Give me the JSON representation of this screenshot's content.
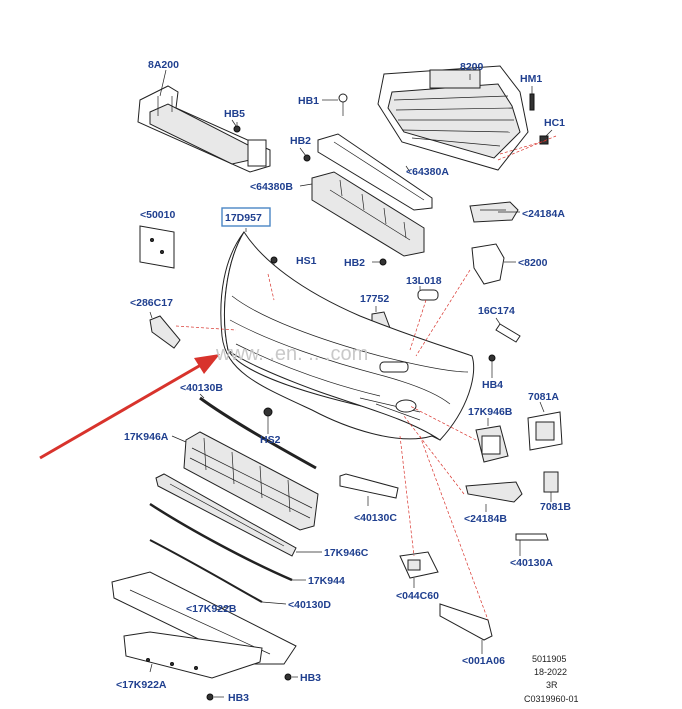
{
  "callouts": {
    "c8A200": "8A200",
    "c8200": "8200",
    "cHM1": "HM1",
    "cHB5": "HB5",
    "cHB1": "HB1",
    "cHC1": "HC1",
    "cHB2a": "HB2",
    "c64380A": "<64380A",
    "c64380B": "<64380B",
    "c50010": "<50010",
    "c17D957": "17D957",
    "c24184A": "<24184A",
    "cHS1": "HS1",
    "cHB2b": "HB2",
    "c8200b": "<8200",
    "c13L018": "13L018",
    "c17752": "17752",
    "c286C17": "<286C17",
    "c16C174": "16C174",
    "cHB4": "HB4",
    "c40130B": "<40130B",
    "c7081A": "7081A",
    "c17K946B": "17K946B",
    "c17K946A": "17K946A",
    "cHS2": "HS2",
    "c7081B": "7081B",
    "c40130C": "<40130C",
    "c24184B": "<24184B",
    "c17K946C": "17K946C",
    "c40130A": "<40130A",
    "c17K944": "17K944",
    "c044C60": "<044C60",
    "c40130D": "<40130D",
    "c17K922B": "<17K922B",
    "c001A06": "<001A06",
    "c17K922A": "<17K922A",
    "cHB3a": "HB3",
    "cHB3b": "HB3"
  },
  "ref": {
    "line1": "5011905",
    "line2": "18-2022",
    "line3": "3R",
    "line4": "C0319960-01"
  },
  "watermark": "www.    .en.  ..  .com",
  "colors": {
    "label": "#1f3f8f",
    "highlight_box": "#4a86c5",
    "arrow": "#d8332c",
    "leader_red": "#d8332c",
    "line": "#222222"
  }
}
